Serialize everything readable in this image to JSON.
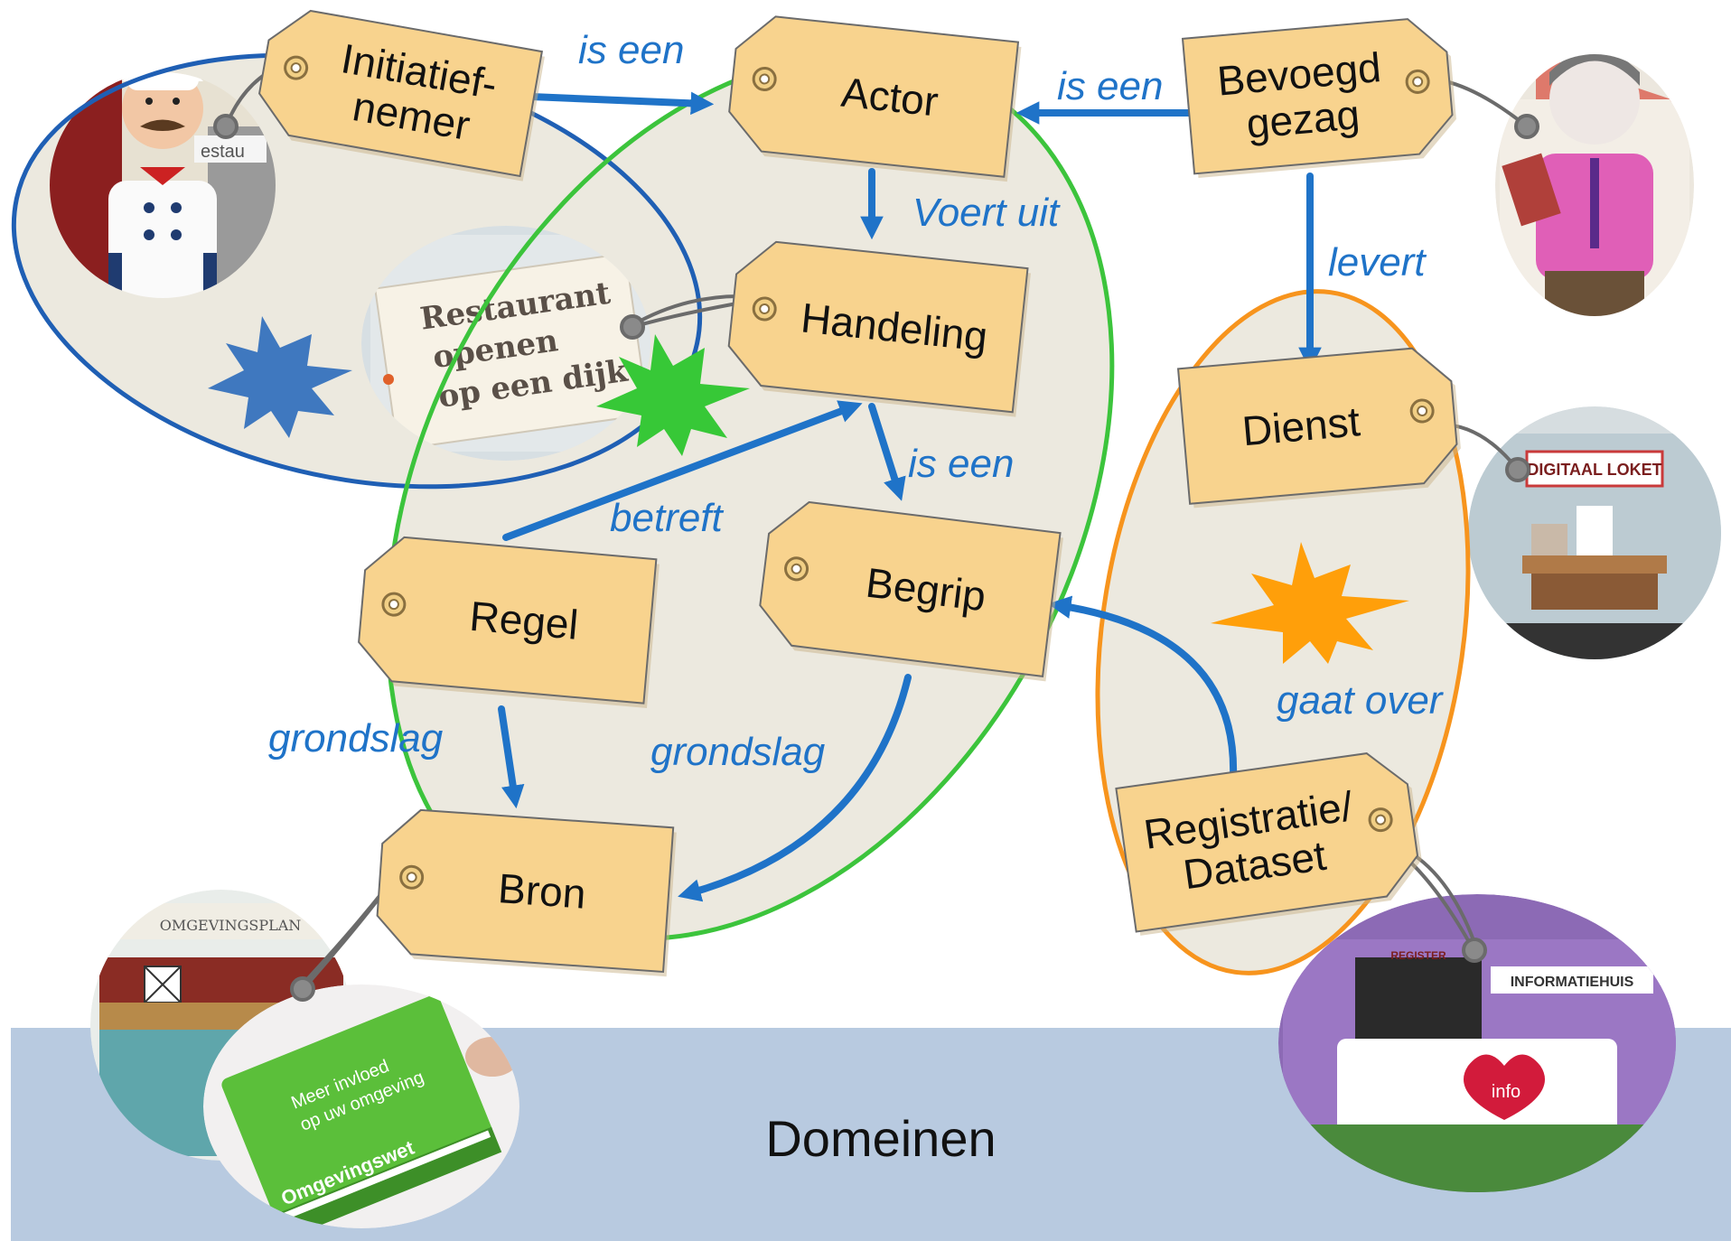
{
  "colors": {
    "arrow": "#1f73c8",
    "tag_fill": "#f8d38e",
    "tag_stroke": "#6b6b6b",
    "domain_band": "#b8cae0",
    "blue_ellipse": "#1f5fb4",
    "green_ellipse": "#3cc43c",
    "orange_ellipse": "#f7941d",
    "blue_star": "#3f78bf",
    "green_star": "#37c837",
    "orange_star": "#ff9f0a"
  },
  "tags": {
    "initiatiefnemer": "Initiatief-\nnemer",
    "actor": "Actor",
    "bevoegd_gezag": "Bevoegd\ngezag",
    "handeling": "Handeling",
    "dienst": "Dienst",
    "regel": "Regel",
    "begrip": "Begrip",
    "bron": "Bron",
    "registratie_dataset": "Registratie/\nDataset"
  },
  "relations": {
    "initiatiefnemer_is_een_actor": "is een",
    "bevoegd_gezag_is_een_actor": "is een",
    "actor_voert_uit": "Voert uit",
    "bevoegd_gezag_levert": "levert",
    "handeling_is_een_begrip": "is een",
    "regel_betreft": "betreft",
    "regel_grondslag": "grondslag",
    "begrip_grondslag": "grondslag",
    "registratie_gaat_over": "gaat over"
  },
  "illustrations": {
    "restaurant_sign": "Restaurant\nopenen\nop een dijk",
    "digitaal_loket": "DIGITAAL LOKET",
    "omgevingsplan": "OMGEVINGSPLAN",
    "book_text": "Meer invloed\nop uw omgeving",
    "book_title": "Omgevingswet",
    "register": "REGISTER",
    "informatiehuis": "INFORMATIEHUIS",
    "info": "info",
    "restaurant_sign_partial": "estau"
  },
  "footer": {
    "domain_label": "Domeinen"
  },
  "icons": {
    "chef": "chef-icon",
    "official": "official-icon",
    "counter": "counter-icon",
    "building": "building-icon",
    "book": "book-icon"
  }
}
